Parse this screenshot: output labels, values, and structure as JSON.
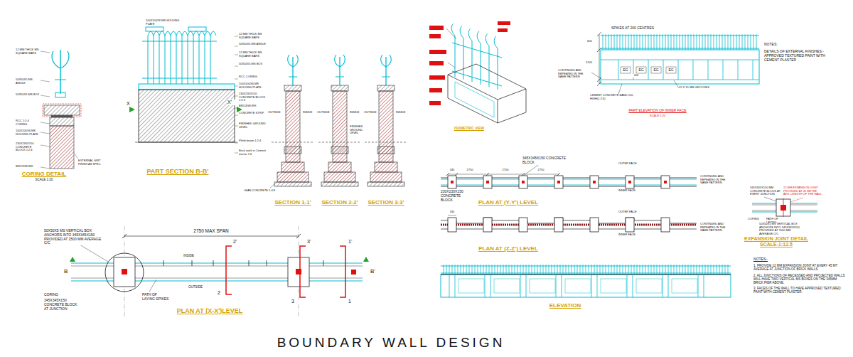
{
  "diagram": {
    "title": "BOUNDARY WALL DESIGN",
    "labels": [
      "CORING DETAIL",
      "SCALE 1:20",
      "12 MM THICK MS SQUARE BARS",
      "50X50X5 MS ANGLE",
      "50X50X5 MS BOX",
      "RCC 1:2:4 CORING",
      "100X100X6 MS HOLDING PLATE",
      "230X230X150 CONCRETE BLOCK 1:2:4",
      "BRICKWORK",
      "EXTERNAL GRIT FINISH AS SPEC.",
      "PART SECTION B-B'",
      "100X100X6 MS HOLDING PLATE",
      "X",
      "X'",
      "12 MM THICK MS SQUARE BARS",
      "50X50X5 MS ANGLE",
      "12 MM THICK MS SQUARE BARS",
      "50X50X5 MS BOX",
      "RCC CORING",
      "100X100X6 MS HOLDING PLATE",
      "230X230X150 CONCRETE BLOCK 1:2:4",
      "BRICKWORK",
      "CONCRETE STRIP",
      "FINISHED GROUND LEVEL",
      "Plinth beam 1:2:4",
      "Brick work in Cement mortar 1:6",
      "LEAN CONCRETE 1:4:8",
      "OUTSIDE",
      "INSIDE",
      "OUTSIDE",
      "INSIDE",
      "OUTSIDE",
      "INSIDE",
      "FINISHED GROUND LEVEL",
      "SECTION 1-1'",
      "SECTION 2-2'",
      "SECTION 3-3'",
      "50X50X5 MS VERTICAL BOX ANCHORS INTO 345X345X150 PROVIDED AT 1500 MM AVERAGE C/C",
      "2750 MAX SPAN",
      "INSIDE",
      "OUTSIDE",
      "B",
      "B'",
      "2'",
      "2",
      "3'",
      "3",
      "1'",
      "1",
      "CORING",
      "345X345X150 CONCRETE BLOCK AT JUNCTION",
      "PATH OF LAYING SPIKES",
      "PLAN AT (X-X')LEVEL",
      "ISOMETRIC VIEW",
      "SPIKES AT 200 CENTRES",
      "CONTINUED AND REPEATED IN THE SAME PATTERN",
      "NOTES:",
      "DETAILS OF EXTERNAL FINISHES:- APPROVED TEXTURED PAINT WITH CEMENT PLASTER",
      "EG",
      "EG",
      "EG",
      "EG",
      "15 X 15 MM GROOVES",
      "CEMENT CONCRETE BAND 150 HIGH(1:2:4)",
      "PART ELEVATION OF INNER FACE",
      "SCALE 1:20",
      "600",
      "1200",
      "200",
      "345X345X150 CONCRETE BLOCK",
      "OUTER FACE",
      "INNER FACE",
      "230X230X150 CONCRETE BLOCK",
      "CONTINUED AND REPEATED IN THE SAME PATTERN",
      "345",
      "2750",
      "2750",
      "2750",
      "PLAN AT (Y-Y') LEVEL",
      "345",
      "OUTER FACE",
      "INNER FACE",
      "CONTINUED AND REPEATED IN THE SAME PATTERN",
      "PLAN AT (Z-Z') LEVEL",
      "ELEVATION",
      "345X345X150 MM CONCRETE BLOCK AT EVERY JUNCTION",
      "12 MM EXPANSION JOINT PROVIDED AT 45 METRE AVG. LENGTH OF THE WALL",
      "COPING",
      "PATH OF LAYING",
      "50X50X5 MS VERTICAL BOX ANCHORS INTO 345X345X150 PROVIDED AT 1500 MM AVERAGE C/C",
      "EXPANSION JOINT DETAIL SCALE-1:12.5",
      "NOTES:-",
      "1. PROVIDE 12 MM EXPANSION JOINT AT EVERY 45 MT AVERAGE AT JUNCTION OF BRICK WALLS",
      "2. ALL JUNCTIONS OF RECESSED AND PROJECTED WALLS WILL HAVE TWO VERTICAL MS BOXES ON THE 345MM BRICK PIER ABOVE.",
      "3. FACES OF THE WALL TO HAVE APPROVED TEXTURED PAINT WITH CEMENT PLASTER."
    ]
  }
}
